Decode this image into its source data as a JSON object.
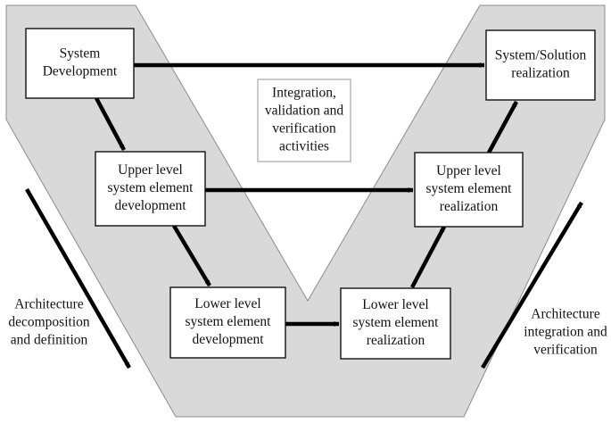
{
  "colors": {
    "v_fill": "#d9d9d9",
    "v_stroke": "#8c8c8c",
    "box_fill": "#ffffff",
    "box_stroke": "#111111",
    "center_box_stroke": "#bdbdbd",
    "arrow": "#000000",
    "text": "#111111"
  },
  "boxes": {
    "system_development": [
      "System",
      "Development"
    ],
    "upper_level_development": [
      "Upper level",
      "system element",
      "development"
    ],
    "lower_level_development": [
      "Lower level",
      "system element",
      "development"
    ],
    "lower_level_realization": [
      "Lower level",
      "system element",
      "realization"
    ],
    "upper_level_realization": [
      "Upper level",
      "system element",
      "realization"
    ],
    "system_solution_realization": [
      "System/Solution",
      "realization"
    ],
    "integration_activities": [
      "Integration,",
      "validation and",
      "verification",
      "activities"
    ]
  },
  "side_labels": {
    "left": [
      "Architecture",
      "decomposition",
      "and definition"
    ],
    "right": [
      "Architecture",
      "integration and",
      "verification"
    ]
  }
}
